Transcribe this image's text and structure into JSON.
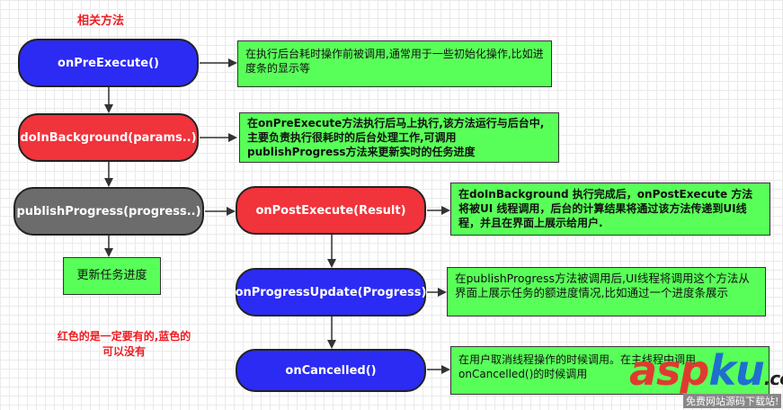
{
  "title": "相关方法",
  "legend": "红色的是一定要有的,蓝色的可以没有",
  "nodes": {
    "onPreExecute": "onPreExecute()",
    "doInBackground": "doInBackground(params..)",
    "publishProgress": "publishProgress(progress..)",
    "updateTask": "更新任务进度",
    "onPostExecute": "onPostExecute(Result)",
    "onProgressUpdate": "onProgressUpdate(Progress)",
    "onCancelled": "onCancelled()"
  },
  "notes": {
    "onPreExecute": "在执行后台耗时操作前被调用,通常用于一些初始化操作,比如进度条的显示等",
    "doInBackground": "在onPreExecute方法执行后马上执行,该方法运行与后台中,主要负责执行很耗时的后台处理工作,可调用publishProgress方法来更新实时的任务进度",
    "onPostExecute": "在doInBackground 执行完成后，onPostExecute 方法将被UI 线程调用，后台的计算结果将通过该方法传递到UI线程，并且在界面上展示给用户.",
    "onProgressUpdate": "在publishProgress方法被调用后,UI线程将调用这个方法从界面上展示任务的额进度情况,比如通过一个进度条展示",
    "onCancelled": "在用户取消线程操作的时候调用。在主线程中调用onCancelled()的时候调用"
  },
  "watermark": {
    "logo_a": "asp",
    "logo_b": "ku",
    "logo_c": ".com",
    "sub": "免费网站源码下载站!"
  },
  "colors": {
    "required": "#f1333b",
    "optional": "#2b2bf4",
    "neutral": "#6c6c6c",
    "note": "#59ff59"
  }
}
